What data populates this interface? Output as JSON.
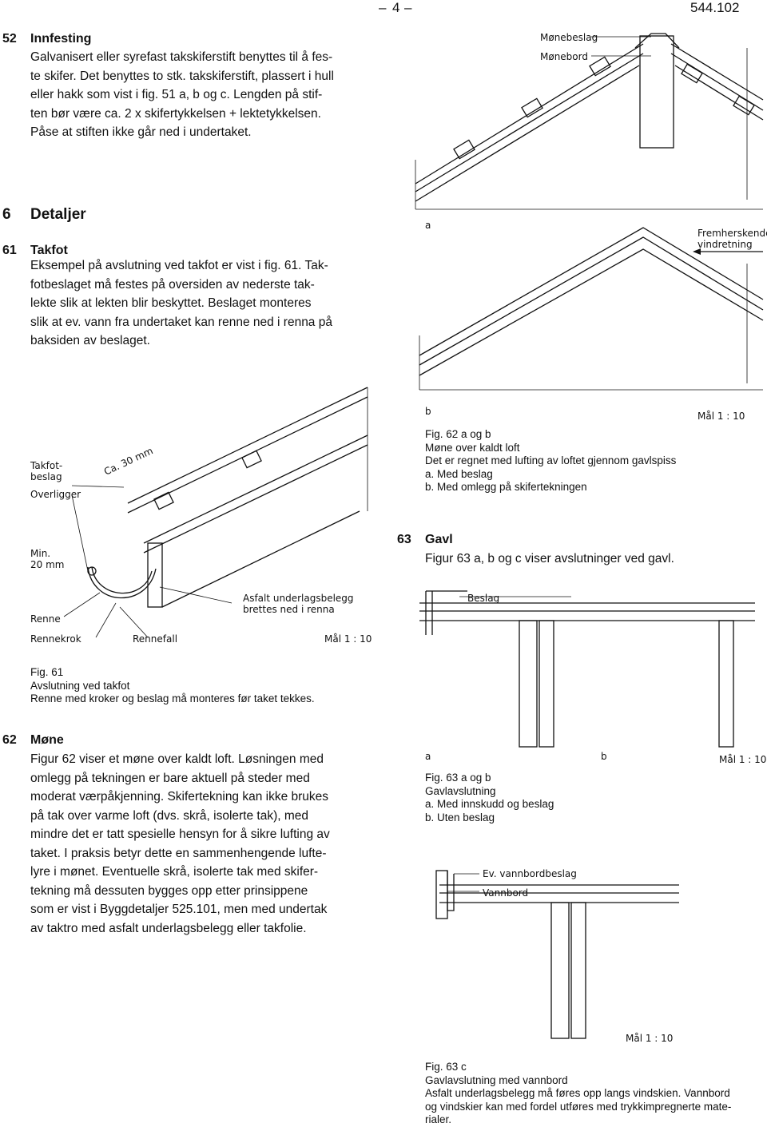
{
  "header": {
    "page": "4",
    "doc_number": "544.102"
  },
  "s52": {
    "num": "52",
    "title": "Innfesting",
    "lines": [
      "Galvanisert eller syrefast takskiferstift benyttes til å fes-",
      "te skifer. Det benyttes to stk. takskiferstift, plassert i hull",
      "eller hakk som vist i fig. 51 a, b og c. Lengden på stif-",
      "ten bør være ca. 2 x skifertykkelsen + lektetykkelsen.",
      "Påse at stiften ikke går ned i undertaket."
    ]
  },
  "s6": {
    "num": "6",
    "title": "Detaljer"
  },
  "s61": {
    "num": "61",
    "title": "Takfot",
    "lines": [
      "Eksempel på avslutning ved takfot er vist i fig. 61. Tak-",
      "fotbeslaget må festes på oversiden av nederste tak-",
      "lekte slik at lekten blir beskyttet. Beslaget monteres",
      "slik at ev. vann fra undertaket kan renne ned i renna på",
      "baksiden av beslaget."
    ]
  },
  "fig61": {
    "labels": {
      "takfotbeslag": [
        "Takfot-",
        "beslag"
      ],
      "overligger": "Overligger",
      "ca30": "Ca. 30 mm",
      "min20": [
        "Min.",
        "20 mm"
      ],
      "asfalt": [
        "Asfalt underlagsbelegg",
        "brettes ned i renna"
      ],
      "renne": "Renne",
      "rennekrok": "Rennekrok",
      "rennefall": "Rennefall",
      "scale": "Mål 1 : 10"
    },
    "caption": [
      "Fig. 61",
      "Avslutning ved takfot",
      "Renne med kroker og beslag må monteres før taket tekkes."
    ]
  },
  "fig62": {
    "labels": {
      "monebeslag": "Mønebeslag",
      "monebord": "Mønebord",
      "a": "a",
      "b": "b",
      "fremherskende": [
        "Fremherskende",
        "vindretning"
      ],
      "scale": "Mål 1 : 10"
    },
    "caption": [
      "Fig. 62 a og b",
      "Møne over kaldt loft",
      "Det er regnet med lufting av loftet gjennom gavlspiss",
      "a. Med beslag",
      "b. Med omlegg på skifertekningen"
    ]
  },
  "s62": {
    "num": "62",
    "title": "Møne",
    "lines": [
      "Figur 62 viser et møne over kaldt loft. Løsningen med",
      "omlegg på tekningen er bare aktuell på steder med",
      "moderat værpåkjenning. Skifertekning kan ikke brukes",
      "på tak over varme loft (dvs. skrå, isolerte tak), med",
      "mindre det er tatt spesielle hensyn for å sikre lufting av",
      "taket. I praksis betyr dette en sammenhengende lufte-",
      "lyre i mønet. Eventuelle skrå, isolerte tak med skifer-",
      "tekning må dessuten bygges opp etter prinsippene",
      "som er vist i Byggdetaljer 525.101, men med undertak",
      "av taktro med asfalt underlagsbelegg eller takfolie."
    ]
  },
  "s63": {
    "num": "63",
    "title": "Gavl",
    "text": "Figur 63 a, b og c viser avslutninger ved gavl."
  },
  "fig63ab": {
    "labels": {
      "beslag": "Beslag",
      "a": "a",
      "b": "b",
      "scale": "Mål 1 : 10"
    },
    "caption": [
      "Fig. 63 a og b",
      "Gavlavslutning",
      "a. Med innskudd og beslag",
      "b. Uten beslag"
    ]
  },
  "fig63c": {
    "labels": {
      "ev_vannbordbeslag": "Ev. vannbordbeslag",
      "vannbord": "Vannbord",
      "scale": "Mål 1 : 10"
    },
    "caption": [
      "Fig. 63 c",
      "Gavlavslutning med vannbord",
      "Asfalt underlagsbelegg må føres opp langs vindskien. Vannbord",
      "og vindskier kan med fordel utføres med trykkimpregnerte mate-",
      "rialer."
    ]
  }
}
